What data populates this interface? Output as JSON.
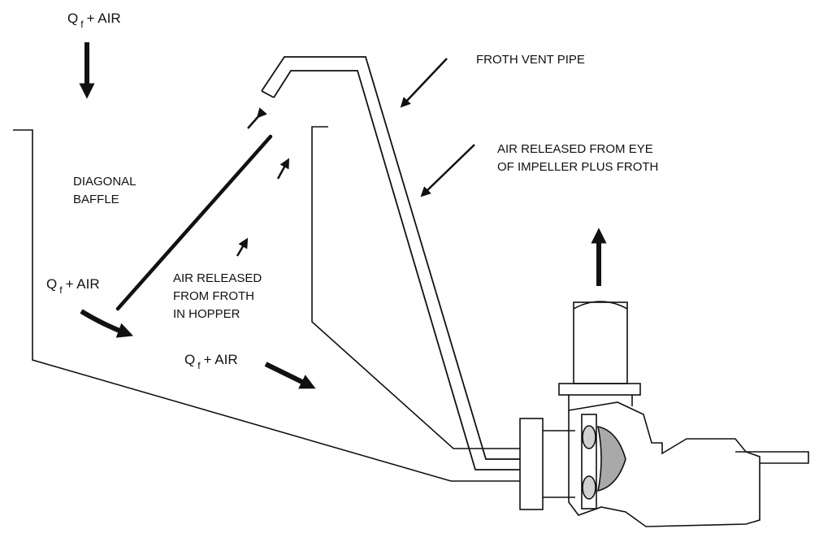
{
  "labels": {
    "flow_q": "Q",
    "flow_sub": "f",
    "flow_air": "+ AIR",
    "diagonal_baffle_line1": "DIAGONAL",
    "diagonal_baffle_line2": "BAFFLE",
    "froth_vent_pipe": "FROTH VENT PIPE",
    "air_eye_line1": "AIR RELEASED FROM EYE",
    "air_eye_line2": "OF IMPELLER PLUS FROTH",
    "air_froth_line1": "AIR RELEASED",
    "air_froth_line2": "FROM FROTH",
    "air_froth_line3": "IN HOPPER"
  },
  "colors": {
    "ink": "#111111",
    "impeller": "#a9a9a9",
    "background": "#ffffff"
  }
}
